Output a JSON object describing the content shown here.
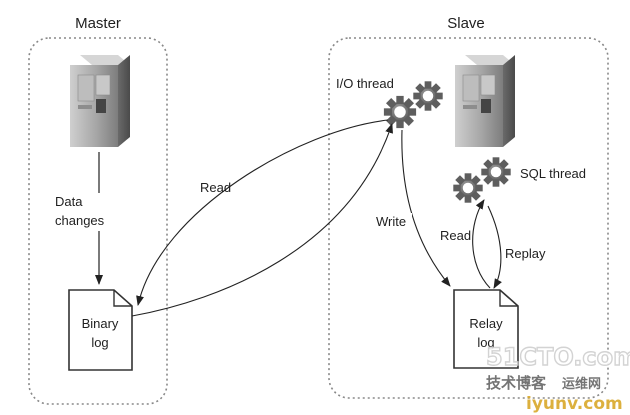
{
  "master": {
    "title": "Master",
    "data_changes_line1": "Data",
    "data_changes_line2": "changes",
    "binary_log_line1": "Binary",
    "binary_log_line2": "log"
  },
  "slave": {
    "title": "Slave",
    "io_thread": "I/O thread",
    "sql_thread": "SQL thread",
    "relay_log_line1": "Relay",
    "relay_log_line2": "log"
  },
  "flows": {
    "read_master": "Read",
    "write": "Write",
    "read_relay": "Read",
    "replay": "Replay"
  },
  "watermark": {
    "site": "51CTO.com",
    "slogan": "技术博客",
    "tag": "运维网",
    "url": "iyunv.com"
  },
  "colors": {
    "box_border": "#888888",
    "server_body": "#9a9a9a",
    "server_dark": "#5e5e5e",
    "gear": "#6a6a6a",
    "arrow": "#222222",
    "watermark": "#d9a82a"
  }
}
